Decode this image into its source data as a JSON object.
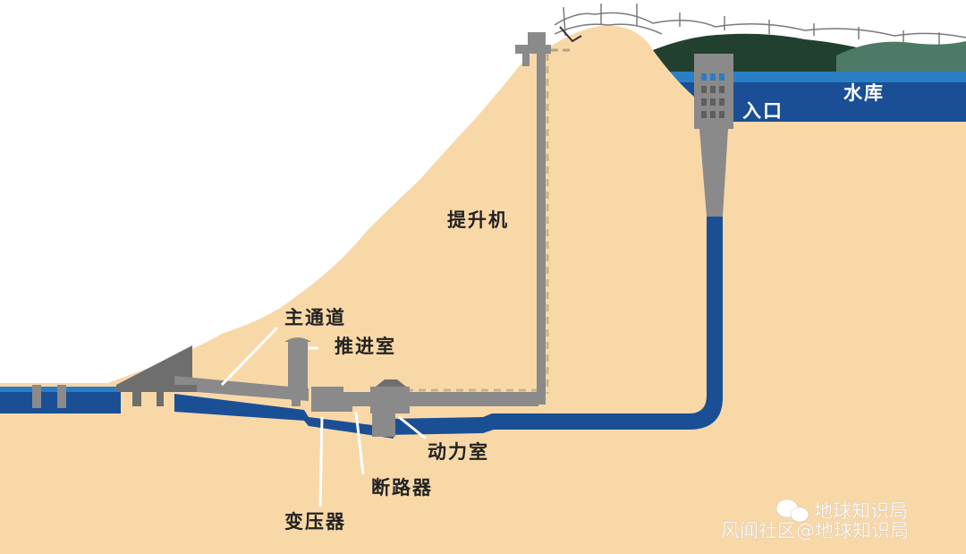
{
  "labels": {
    "reservoir": "水库",
    "inlet": "入口",
    "hoist": "提升机",
    "main_tunnel": "主通道",
    "propulsion_room": "推进室",
    "power_room": "动力室",
    "breaker": "断路器",
    "transformer": "变压器"
  },
  "watermark": {
    "account": "地球知识局",
    "community": "风闻社区@地球知识局"
  },
  "colors": {
    "sand": "#f9d8a8",
    "water_dark": "#1a4f95",
    "water_light": "#2a7ec6",
    "structure_gray": "#8a8a8a",
    "dark_gray": "#6e6e6e",
    "forest": "#22402f",
    "hill_green": "#4d7a66"
  }
}
